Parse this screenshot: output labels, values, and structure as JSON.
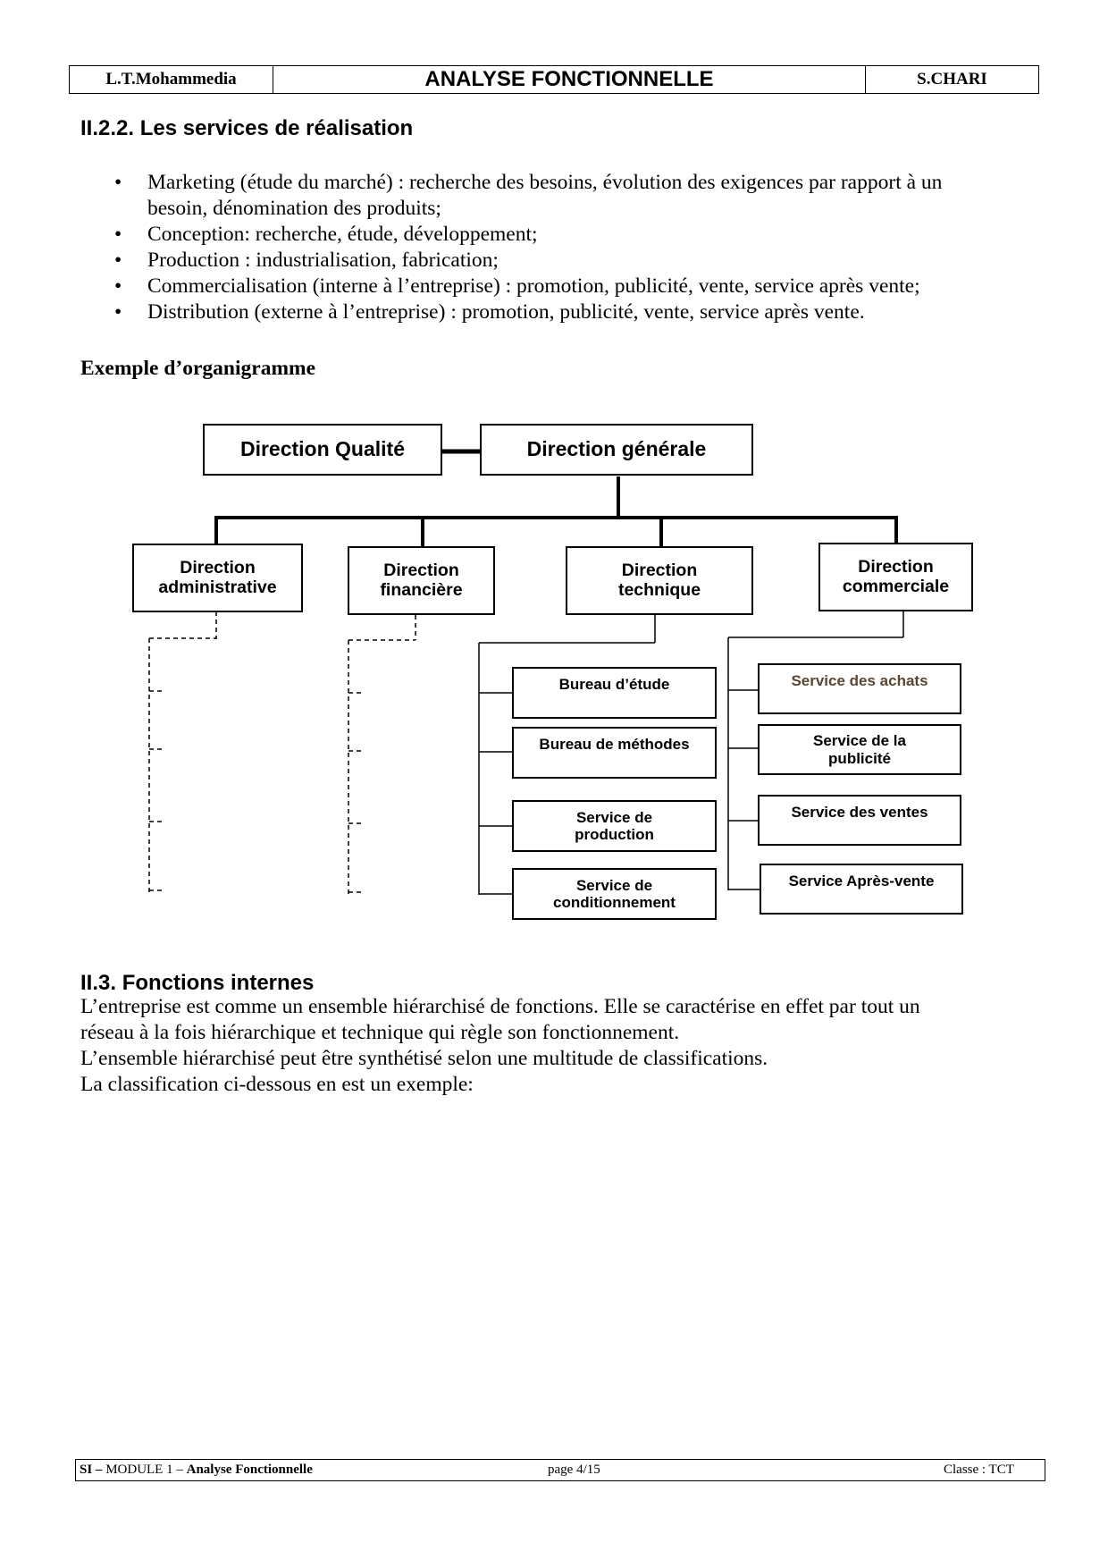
{
  "header": {
    "left": "L.T.Mohammedia",
    "title": "ANALYSE FONCTIONNELLE",
    "right": "S.CHARI"
  },
  "section_realisation": {
    "heading": "II.2.2. Les services de réalisation",
    "bullets": [
      {
        "line1": "Marketing (étude du marché) : recherche des besoins, évolution des exigences par rapport à un",
        "line2": "besoin, dénomination des produits;"
      },
      {
        "line1": "Conception: recherche, étude, développement;",
        "line2": ""
      },
      {
        "line1": "Production : industrialisation, fabrication;",
        "line2": ""
      },
      {
        "line1": "Commercialisation (interne à l’entreprise) : promotion, publicité, vente, service après vente;",
        "line2": ""
      },
      {
        "line1": "Distribution (externe à l’entreprise) : promotion, publicité, vente, service après vente.",
        "line2": ""
      }
    ],
    "bullet_symbol": "•"
  },
  "organigramme": {
    "title": "Exemple d’organigramme",
    "top": {
      "quality": "Direction Qualité",
      "general": "Direction générale"
    },
    "directions": {
      "admin": [
        "Direction",
        "administrative"
      ],
      "finance": [
        "Direction",
        "financière"
      ],
      "technique": [
        "Direction",
        "technique"
      ],
      "commerciale": [
        "Direction",
        "commerciale"
      ]
    },
    "technique_units": [
      [
        "Bureau d’étude"
      ],
      [
        "Bureau de méthodes"
      ],
      [
        "Service de",
        "production"
      ],
      [
        "Service de",
        "conditionnement"
      ]
    ],
    "commerciale_units": [
      [
        "Service des achats"
      ],
      [
        "Service de la",
        "publicité"
      ],
      [
        "Service des ventes"
      ],
      [
        "Service Après-vente"
      ]
    ],
    "accent_color": "#5a4632"
  },
  "section_fonctions": {
    "heading": "II.3. Fonctions internes",
    "lines": [
      "L’entreprise est comme un ensemble hiérarchisé de fonctions. Elle se caractérise en effet par tout un",
      "réseau à la fois hiérarchique et technique qui règle son fonctionnement.",
      "L’ensemble hiérarchisé peut être synthétisé selon une multitude de classifications.",
      "La classification ci-dessous en est un exemple:"
    ]
  },
  "footer": {
    "si": "SI –",
    "module": " MODULE 1 – ",
    "name": "Analyse Fonctionnelle",
    "page": "page 4/15",
    "classe": "Classe : TCT"
  }
}
